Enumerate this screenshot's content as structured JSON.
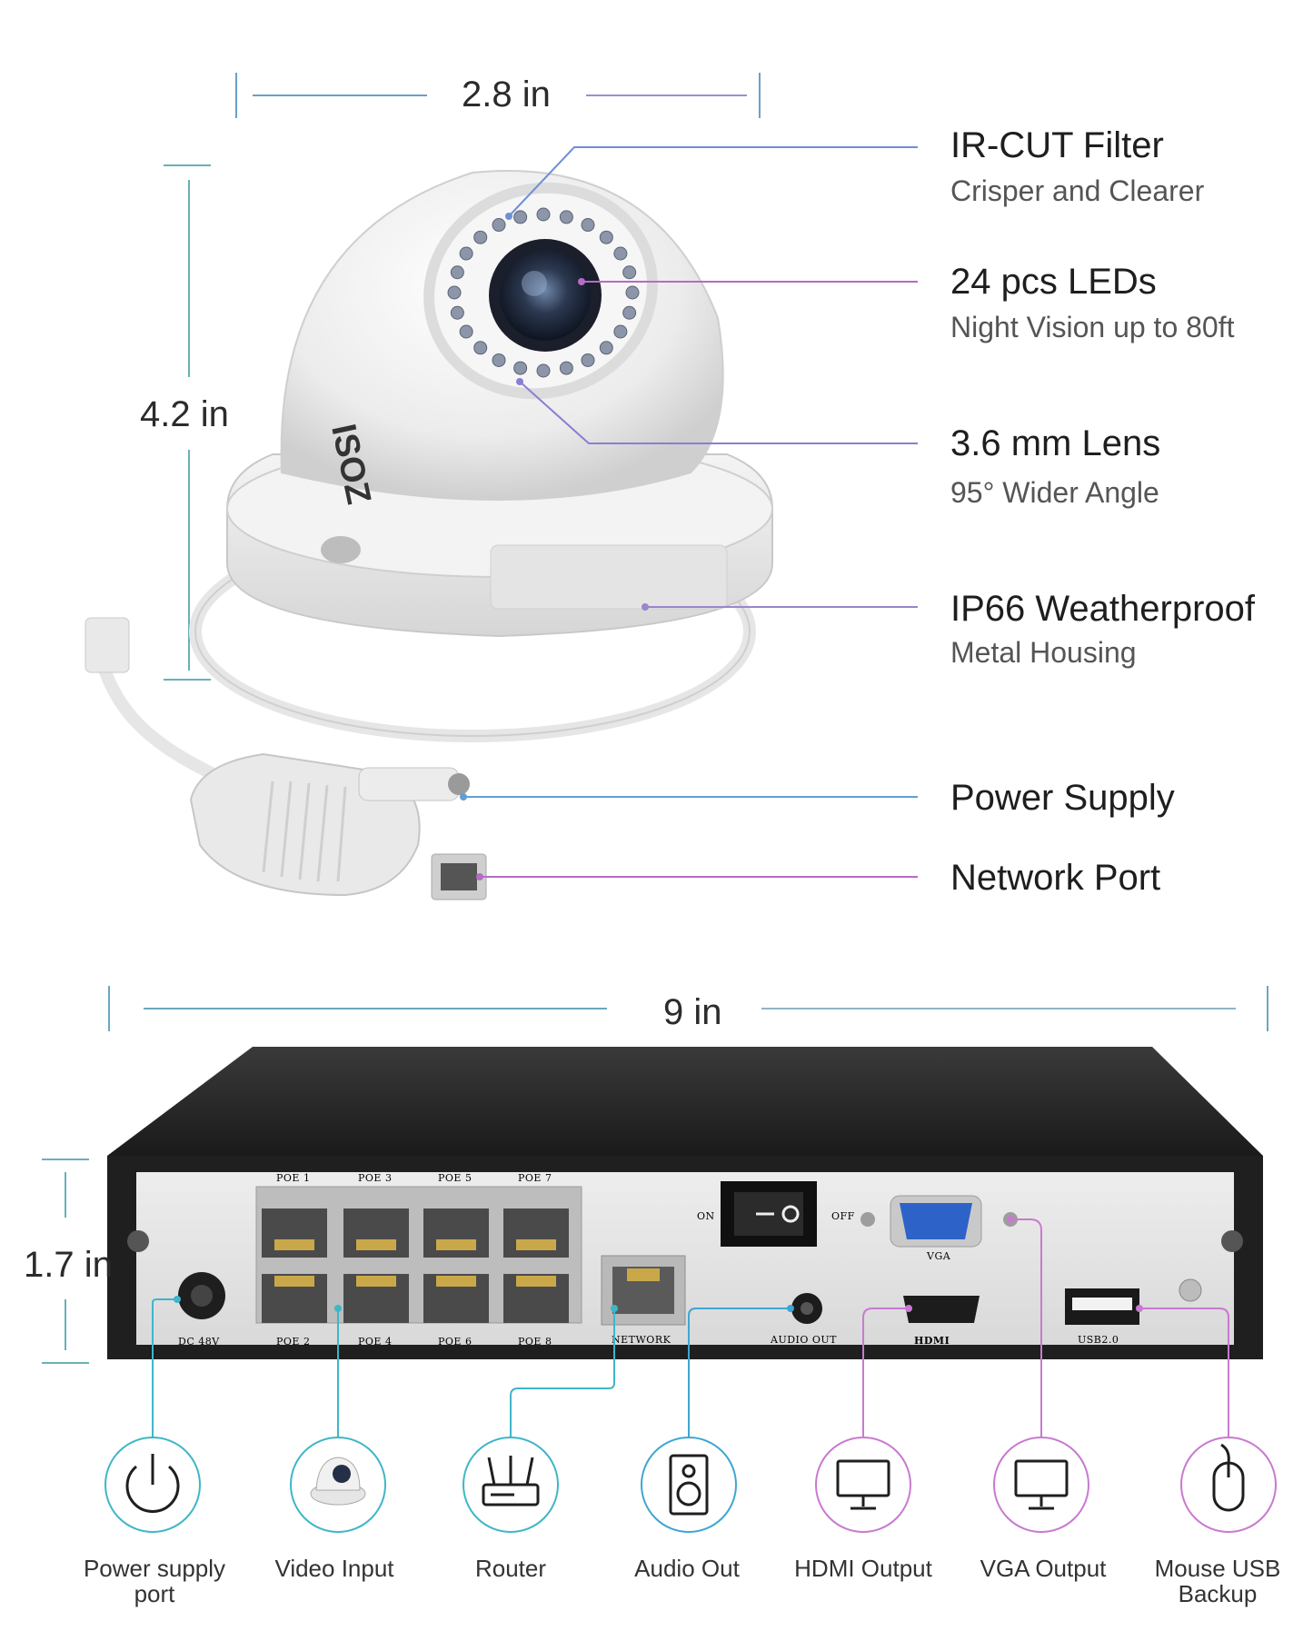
{
  "camera": {
    "brand": "ISOZ",
    "dimensions": {
      "width": "2.8 in",
      "height": "4.2 in"
    },
    "features": [
      {
        "id": "ircut",
        "title": "IR-CUT Filter",
        "subtitle": "Crisper and Clearer",
        "line_color": "#6f8fd6"
      },
      {
        "id": "leds",
        "title": "24 pcs LEDs",
        "subtitle": "Night Vision up to 80ft",
        "line_color": "#b56cc4"
      },
      {
        "id": "lens",
        "title": "3.6 mm Lens",
        "subtitle": "95° Wider Angle",
        "line_color": "#8a7fd1"
      },
      {
        "id": "ip66",
        "title": "IP66 Weatherproof",
        "subtitle": "Metal Housing",
        "line_color": "#9a86c9"
      },
      {
        "id": "power",
        "title": "Power Supply",
        "subtitle": "",
        "line_color": "#5fa0d6"
      },
      {
        "id": "network",
        "title": "Network Port",
        "subtitle": "",
        "line_color": "#b56cc4"
      }
    ]
  },
  "nvr": {
    "dimensions": {
      "width": "9 in",
      "height": "1.7 in"
    },
    "panel_labels": {
      "poe_top": [
        "POE 1",
        "POE 3",
        "POE 5",
        "POE 7"
      ],
      "poe_bottom": [
        "POE 2",
        "POE 4",
        "POE 6",
        "POE 8"
      ],
      "dc": "DC 48V",
      "network": "NETWORK",
      "audio": "AUDIO OUT",
      "hdmi": "HDMI",
      "vga": "VGA",
      "usb": "USB2.0",
      "on": "ON",
      "off": "OFF"
    },
    "ports": [
      {
        "id": "power-supply",
        "label": "Power supply port",
        "icon": "power-icon",
        "color": "#3fb6c8"
      },
      {
        "id": "video-input",
        "label": "Video Input",
        "icon": "dome-camera-icon",
        "color": "#3fb6c8"
      },
      {
        "id": "router",
        "label": "Router",
        "icon": "router-icon",
        "color": "#3fb6c8"
      },
      {
        "id": "audio-out",
        "label": "Audio Out",
        "icon": "speaker-icon",
        "color": "#3fa6d2"
      },
      {
        "id": "hdmi-output",
        "label": "HDMI Output",
        "icon": "monitor-icon",
        "color": "#c87ad0"
      },
      {
        "id": "vga-output",
        "label": "VGA Output",
        "icon": "monitor-icon",
        "color": "#c87ad0"
      },
      {
        "id": "mouse-usb",
        "label": "Mouse USB Backup",
        "icon": "mouse-icon",
        "color": "#c87ad0"
      }
    ]
  }
}
